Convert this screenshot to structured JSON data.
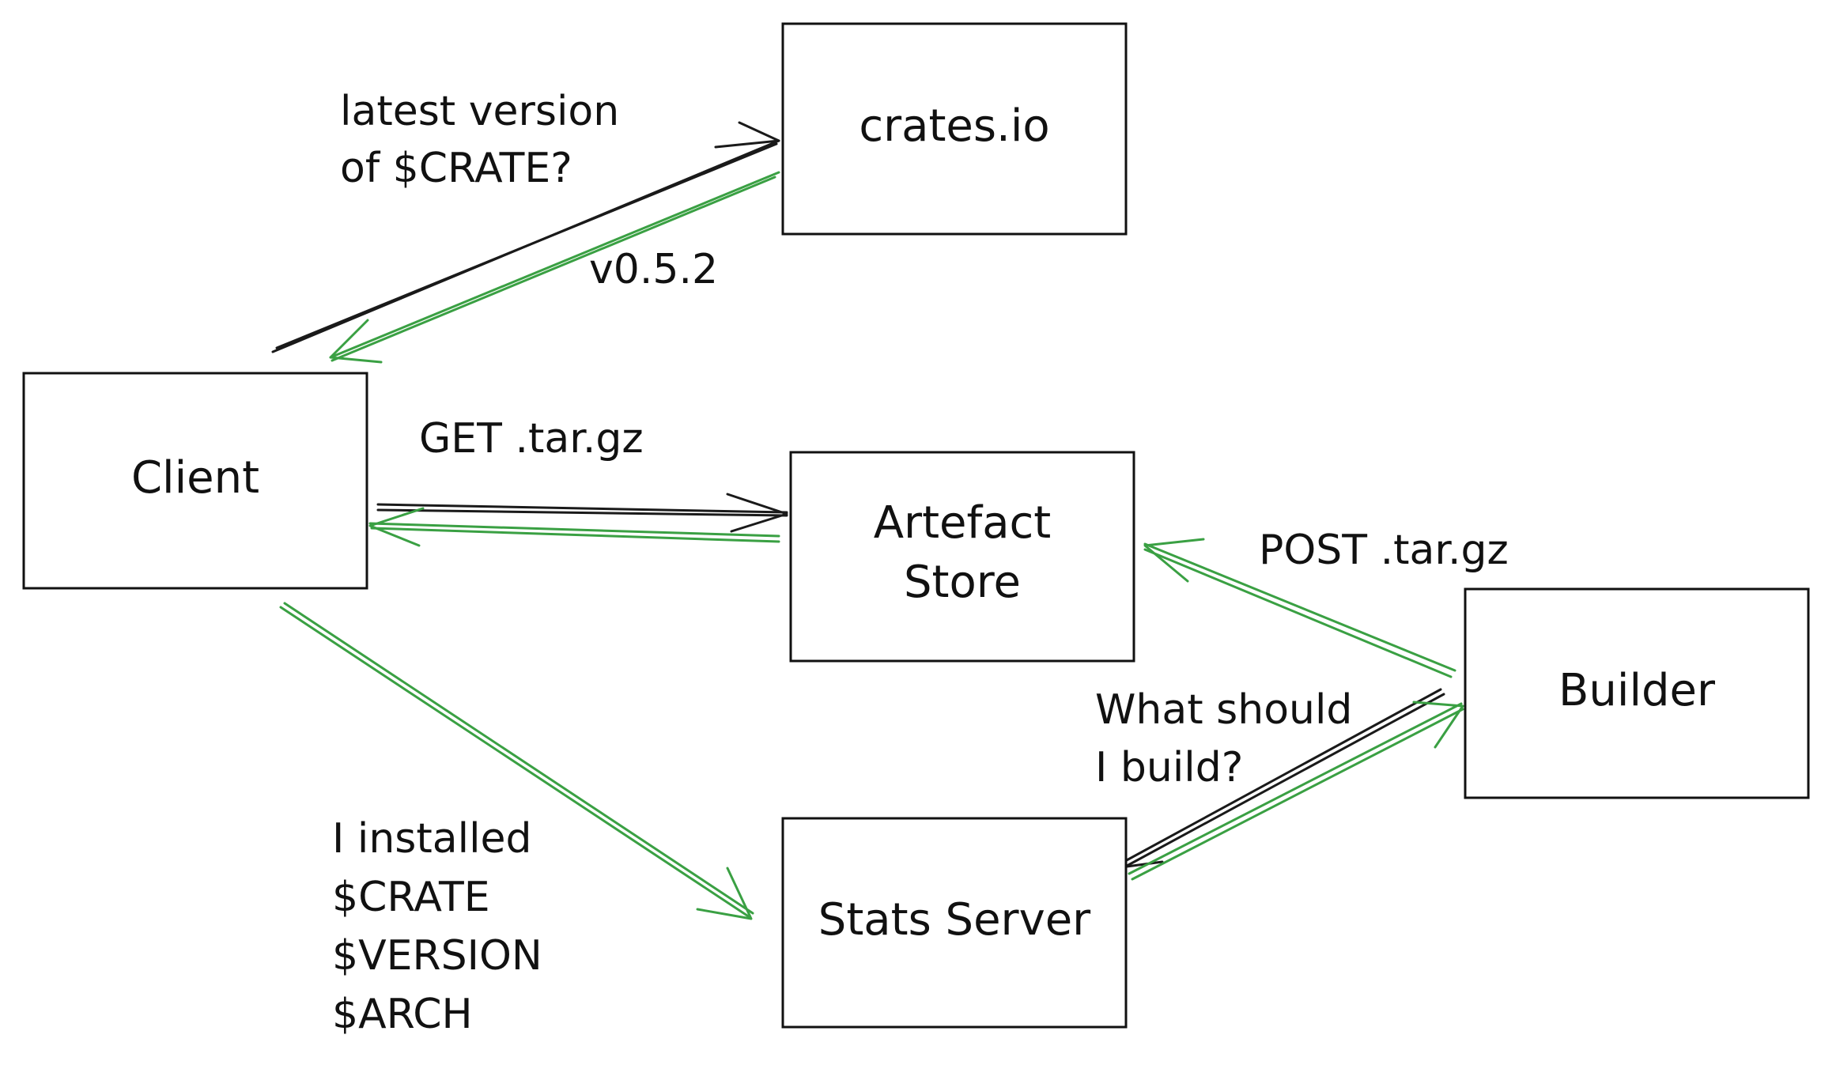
{
  "nodes": {
    "crates": {
      "label": "crates.io"
    },
    "client": {
      "label": "Client"
    },
    "artefact": {
      "label_line1": "Artefact",
      "label_line2": "Store"
    },
    "builder": {
      "label": "Builder"
    },
    "stats": {
      "label": "Stats Server"
    }
  },
  "edge_labels": {
    "latest_line1": "latest version",
    "latest_line2": "of $CRATE?",
    "version": "v0.5.2",
    "get": "GET .tar.gz",
    "post": "POST .tar.gz",
    "what_line1": "What should",
    "what_line2": "I build?",
    "installed_line1": "I installed",
    "installed_line2": "$CRATE",
    "installed_line3": "$VERSION",
    "installed_line4": "$ARCH"
  },
  "colors": {
    "request": "#1a1a1a",
    "response": "#3aa043"
  }
}
